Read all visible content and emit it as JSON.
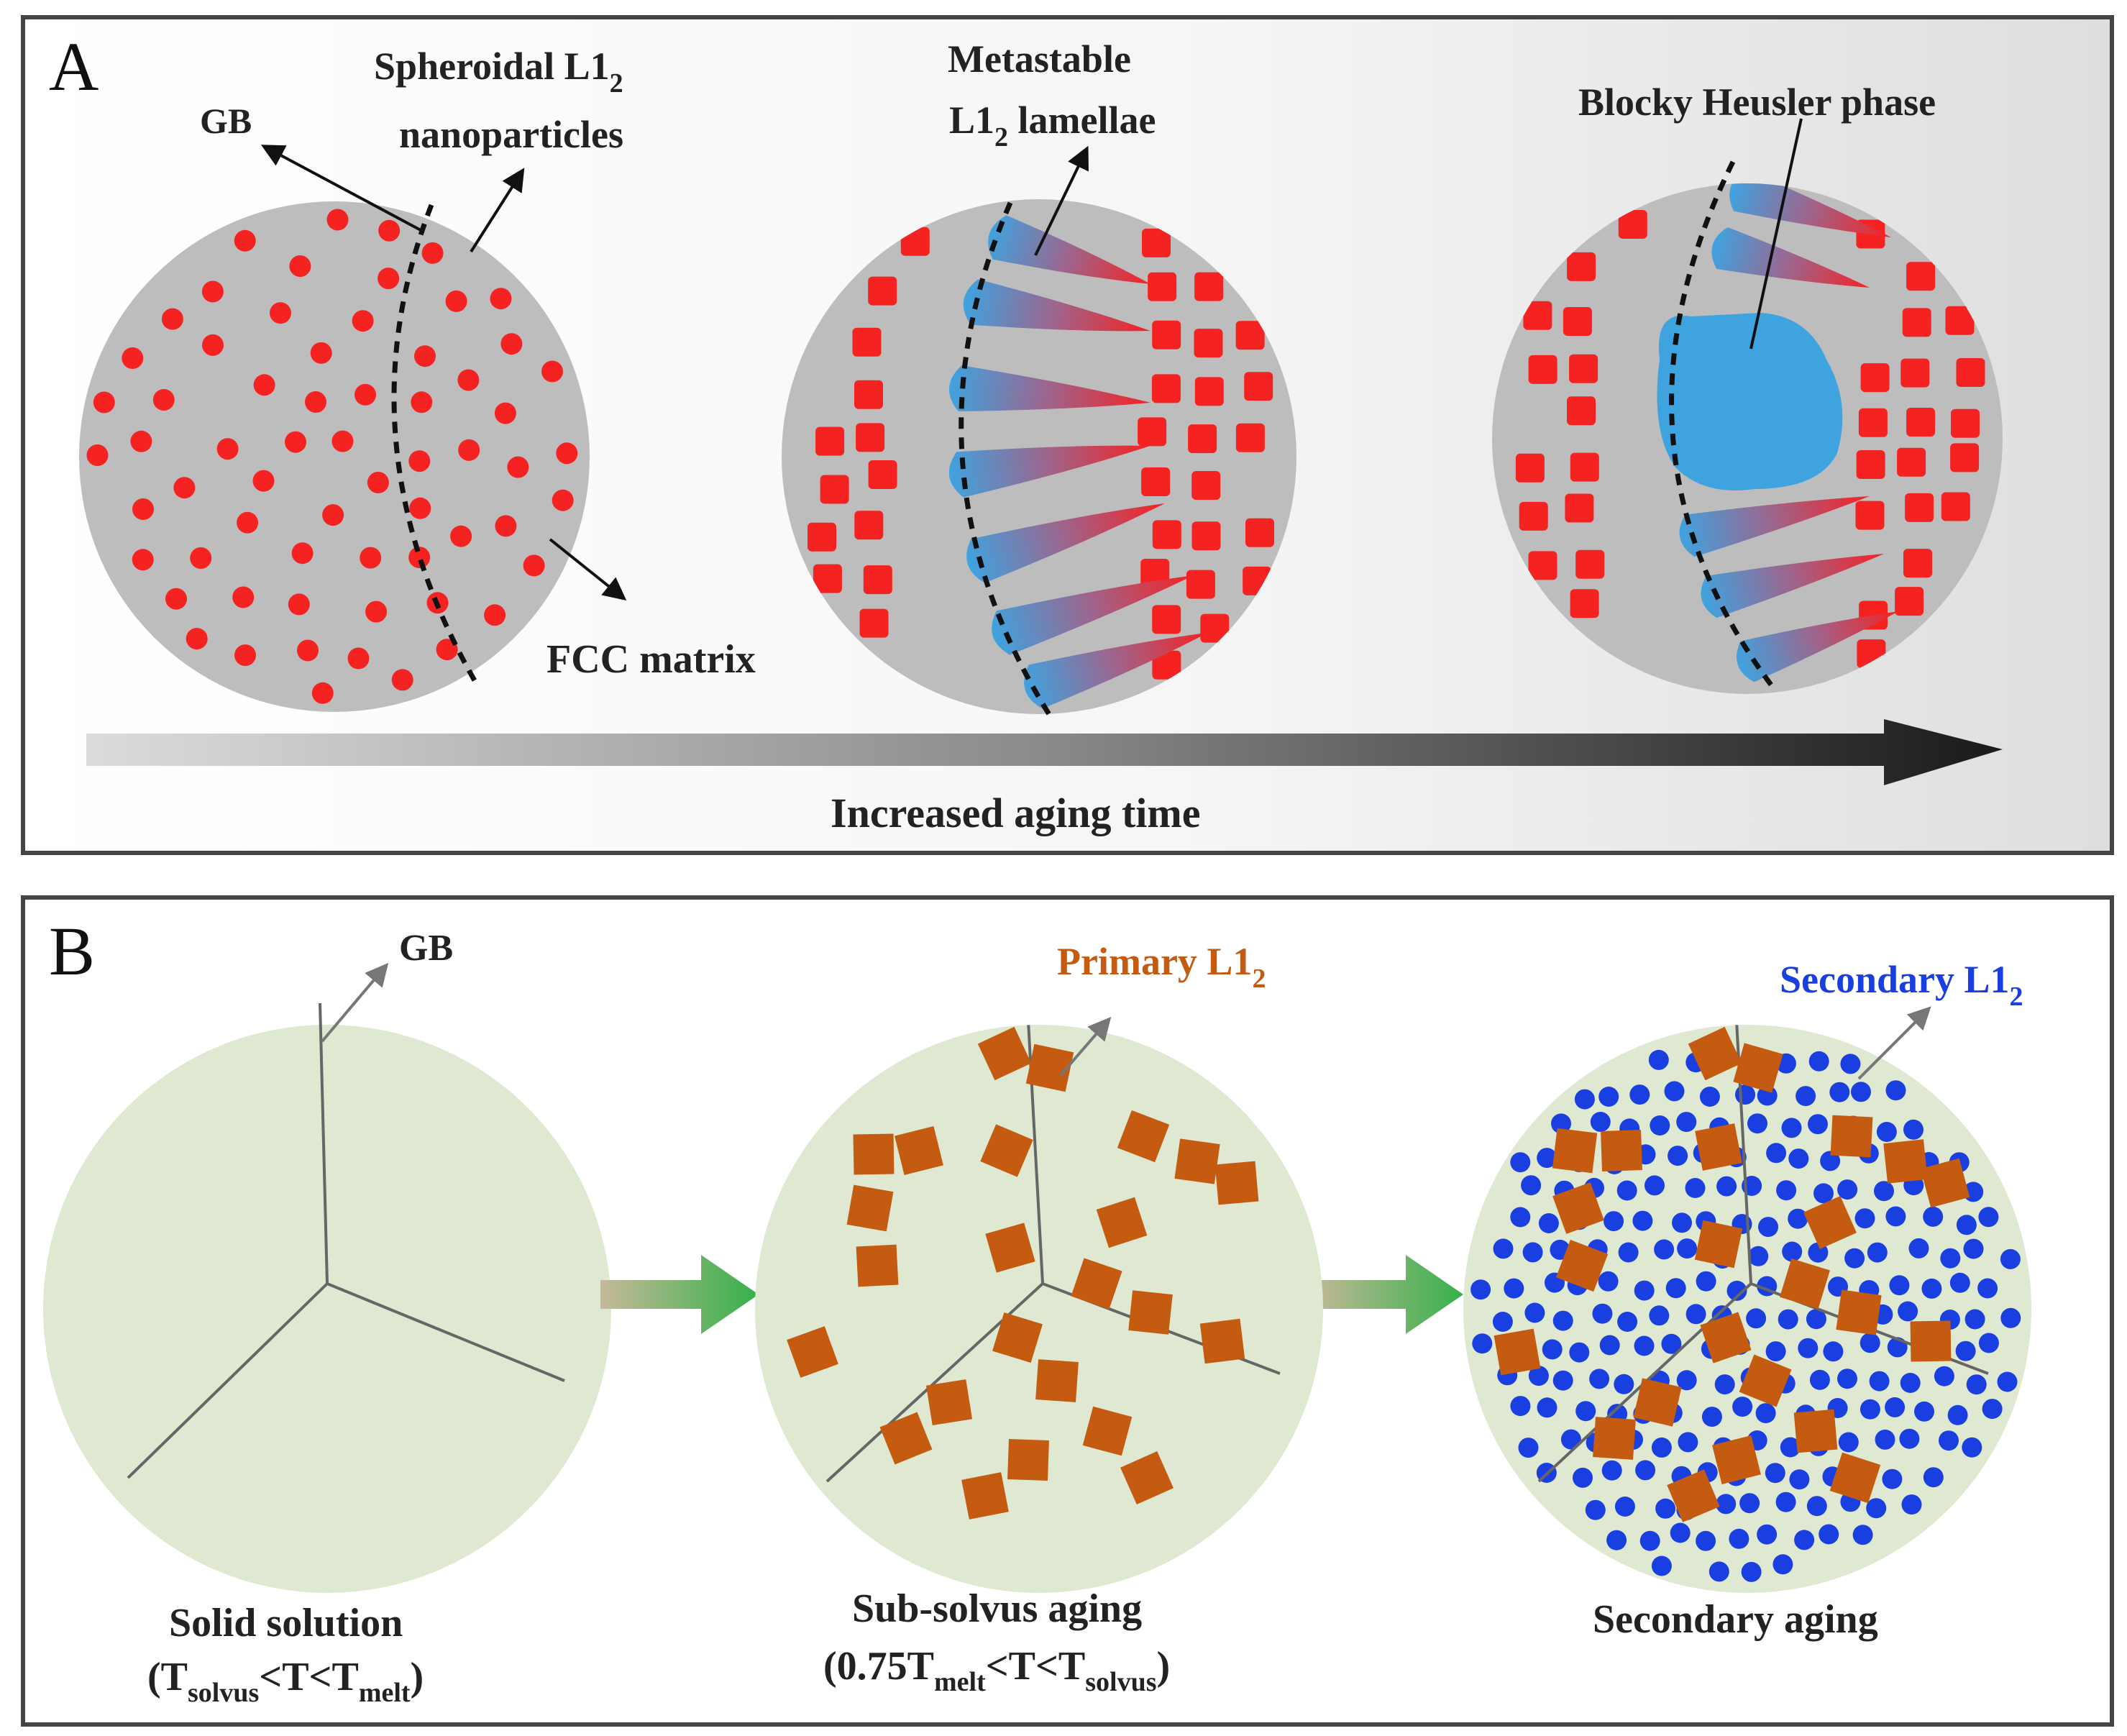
{
  "colors": {
    "matrix_gray": "#bdbdbd",
    "particle_red": "#f52222",
    "heusler_blue": "#3fa3e0",
    "grain_green": "#dfe9d2",
    "primary_orange": "#c55a11",
    "secondary_blue": "#1a3fe0",
    "arrow_green": "#35b14a"
  },
  "panel_a": {
    "letter": "A",
    "gb_label": "GB",
    "spheroidal_line1": "Spheroidal L1",
    "spheroidal_sub": "2",
    "spheroidal_line2": "nanoparticles",
    "metastable_line1": "Metastable",
    "metastable_line2_pre": "L1",
    "metastable_sub": "2",
    "metastable_line2_post": " lamellae",
    "heusler_label": "Blocky Heusler phase",
    "fcc_label": "FCC matrix",
    "time_label": "Increased aging time"
  },
  "panel_b": {
    "letter": "B",
    "gb_label": "GB",
    "primary_pre": "Primary L1",
    "primary_sub": "2",
    "secondary_pre": "Secondary L1",
    "secondary_sub": "2",
    "stage1_title": "Solid solution",
    "stage1_open": "(T",
    "stage1_sub1": "solvus",
    "stage1_mid": "<T<T",
    "stage1_sub2": "melt",
    "stage1_close": ")",
    "stage2_title": "Sub-solvus aging",
    "stage2_open": "(0.75T",
    "stage2_sub1": "melt",
    "stage2_mid": "<T<T",
    "stage2_sub2": "solvus",
    "stage2_close": ")",
    "stage3_title": "Secondary aging"
  }
}
